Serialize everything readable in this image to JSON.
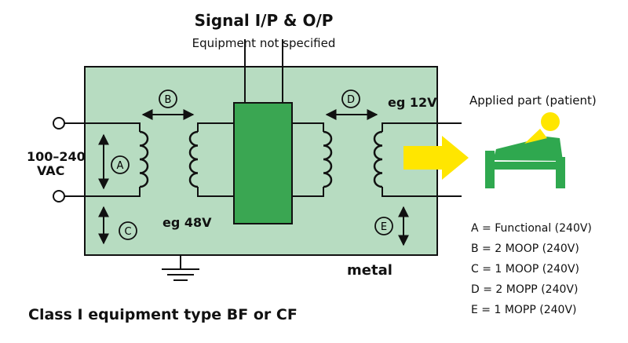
{
  "title": "Signal I/P & O/P",
  "subtitle": "Equipment not specified",
  "input_voltage": "100–240\nVAC",
  "input_voltage_line1": "100–240",
  "input_voltage_line2": "VAC",
  "left_secondary": "eg 48V",
  "right_primary": "eg 12V",
  "enclosure_material": "metal",
  "applied_part_label": "Applied part (patient)",
  "classification": "Class I equipment type BF or CF",
  "markers": [
    "A",
    "B",
    "C",
    "D",
    "E"
  ],
  "legend": [
    "A  =  Functional (240V)",
    "B  =  2 MOOP (240V)",
    "C  =  1 MOOP (240V)",
    "D  =  2 MOPP (240V)",
    "E  =  1 MOPP (240V)"
  ],
  "colors": {
    "enclosure_fill": "#b7dcc1",
    "module_fill": "#3aa652",
    "patient_green": "#2fa84f",
    "arrow_yellow": "#ffe600"
  }
}
